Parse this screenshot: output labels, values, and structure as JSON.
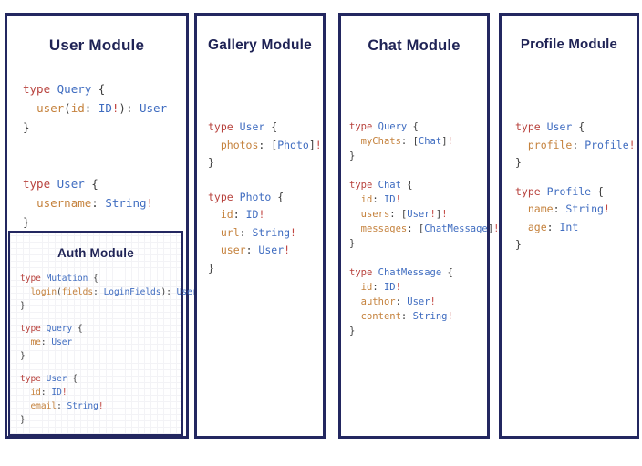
{
  "colors": {
    "panel_border": "#232760",
    "title_navy": "#1f2355",
    "keyword_red": "#b8423d",
    "typename_blue": "#3f6cc0",
    "fieldname_orange": "#c5823d",
    "punctuation_gray": "#3d3d3d",
    "bang_red": "#c14540",
    "background": "#ffffff"
  },
  "panels": {
    "user": {
      "title": "User Module",
      "code": [
        [
          [
            [
              "type",
              "kw"
            ],
            [
              " ",
              "p"
            ],
            [
              "Query",
              "ty"
            ],
            [
              " {",
              "p"
            ]
          ],
          [
            [
              "  ",
              "p"
            ],
            [
              "user",
              "fld"
            ],
            [
              "(",
              "p"
            ],
            [
              "id",
              "fld"
            ],
            [
              ": ",
              "p"
            ],
            [
              "ID",
              "ty"
            ],
            [
              "!",
              "bang"
            ],
            [
              "): ",
              "p"
            ],
            [
              "User",
              "ty"
            ]
          ],
          [
            [
              "}",
              "p"
            ]
          ]
        ],
        [
          [
            [
              "type",
              "kw"
            ],
            [
              " ",
              "p"
            ],
            [
              "User",
              "ty"
            ],
            [
              " {",
              "p"
            ]
          ],
          [
            [
              "  ",
              "p"
            ],
            [
              "username",
              "fld"
            ],
            [
              ": ",
              "p"
            ],
            [
              "String",
              "ty"
            ],
            [
              "!",
              "bang"
            ]
          ],
          [
            [
              "}",
              "p"
            ]
          ]
        ]
      ]
    },
    "auth": {
      "title": "Auth Module",
      "code": [
        [
          [
            [
              "type",
              "kw"
            ],
            [
              " ",
              "p"
            ],
            [
              "Mutation",
              "ty"
            ],
            [
              " {",
              "p"
            ]
          ],
          [
            [
              "  ",
              "p"
            ],
            [
              "login",
              "fld"
            ],
            [
              "(",
              "p"
            ],
            [
              "fields",
              "fld"
            ],
            [
              ": ",
              "p"
            ],
            [
              "LoginFields",
              "ty"
            ],
            [
              "): ",
              "p"
            ],
            [
              "User",
              "ty"
            ]
          ],
          [
            [
              "}",
              "p"
            ]
          ]
        ],
        [
          [
            [
              "type",
              "kw"
            ],
            [
              " ",
              "p"
            ],
            [
              "Query",
              "ty"
            ],
            [
              " {",
              "p"
            ]
          ],
          [
            [
              "  ",
              "p"
            ],
            [
              "me",
              "fld"
            ],
            [
              ": ",
              "p"
            ],
            [
              "User",
              "ty"
            ]
          ],
          [
            [
              "}",
              "p"
            ]
          ]
        ],
        [
          [
            [
              "type",
              "kw"
            ],
            [
              " ",
              "p"
            ],
            [
              "User",
              "ty"
            ],
            [
              " {",
              "p"
            ]
          ],
          [
            [
              "  ",
              "p"
            ],
            [
              "id",
              "fld"
            ],
            [
              ": ",
              "p"
            ],
            [
              "ID",
              "ty"
            ],
            [
              "!",
              "bang"
            ]
          ],
          [
            [
              "  ",
              "p"
            ],
            [
              "email",
              "fld"
            ],
            [
              ": ",
              "p"
            ],
            [
              "String",
              "ty"
            ],
            [
              "!",
              "bang"
            ]
          ],
          [
            [
              "}",
              "p"
            ]
          ]
        ]
      ]
    },
    "gallery": {
      "title": "Gallery Module",
      "code": [
        [
          [
            [
              "type",
              "kw"
            ],
            [
              " ",
              "p"
            ],
            [
              "User",
              "ty"
            ],
            [
              " {",
              "p"
            ]
          ],
          [
            [
              "  ",
              "p"
            ],
            [
              "photos",
              "fld"
            ],
            [
              ": ",
              "p"
            ],
            [
              "[",
              "p"
            ],
            [
              "Photo",
              "ty"
            ],
            [
              "]",
              "p"
            ],
            [
              "!",
              "bang"
            ]
          ],
          [
            [
              "}",
              "p"
            ]
          ]
        ],
        [
          [
            [
              "type",
              "kw"
            ],
            [
              " ",
              "p"
            ],
            [
              "Photo",
              "ty"
            ],
            [
              " {",
              "p"
            ]
          ],
          [
            [
              "  ",
              "p"
            ],
            [
              "id",
              "fld"
            ],
            [
              ": ",
              "p"
            ],
            [
              "ID",
              "ty"
            ],
            [
              "!",
              "bang"
            ]
          ],
          [
            [
              "  ",
              "p"
            ],
            [
              "url",
              "fld"
            ],
            [
              ": ",
              "p"
            ],
            [
              "String",
              "ty"
            ],
            [
              "!",
              "bang"
            ]
          ],
          [
            [
              "  ",
              "p"
            ],
            [
              "user",
              "fld"
            ],
            [
              ": ",
              "p"
            ],
            [
              "User",
              "ty"
            ],
            [
              "!",
              "bang"
            ]
          ],
          [
            [
              "}",
              "p"
            ]
          ]
        ]
      ]
    },
    "chat": {
      "title": "Chat Module",
      "code": [
        [
          [
            [
              "type",
              "kw"
            ],
            [
              " ",
              "p"
            ],
            [
              "Query",
              "ty"
            ],
            [
              " {",
              "p"
            ]
          ],
          [
            [
              "  ",
              "p"
            ],
            [
              "myChats",
              "fld"
            ],
            [
              ": ",
              "p"
            ],
            [
              "[",
              "p"
            ],
            [
              "Chat",
              "ty"
            ],
            [
              "]",
              "p"
            ],
            [
              "!",
              "bang"
            ]
          ],
          [
            [
              "}",
              "p"
            ]
          ]
        ],
        [
          [
            [
              "type",
              "kw"
            ],
            [
              " ",
              "p"
            ],
            [
              "Chat",
              "ty"
            ],
            [
              " {",
              "p"
            ]
          ],
          [
            [
              "  ",
              "p"
            ],
            [
              "id",
              "fld"
            ],
            [
              ": ",
              "p"
            ],
            [
              "ID",
              "ty"
            ],
            [
              "!",
              "bang"
            ]
          ],
          [
            [
              "  ",
              "p"
            ],
            [
              "users",
              "fld"
            ],
            [
              ": ",
              "p"
            ],
            [
              "[",
              "p"
            ],
            [
              "User",
              "ty"
            ],
            [
              "!",
              "bang"
            ],
            [
              "]",
              "p"
            ],
            [
              "!",
              "bang"
            ]
          ],
          [
            [
              "  ",
              "p"
            ],
            [
              "messages",
              "fld"
            ],
            [
              ": ",
              "p"
            ],
            [
              "[",
              "p"
            ],
            [
              "ChatMessage",
              "ty"
            ],
            [
              "]",
              "p"
            ],
            [
              "!",
              "bang"
            ]
          ],
          [
            [
              "}",
              "p"
            ]
          ]
        ],
        [
          [
            [
              "type",
              "kw"
            ],
            [
              " ",
              "p"
            ],
            [
              "ChatMessage",
              "ty"
            ],
            [
              " {",
              "p"
            ]
          ],
          [
            [
              "  ",
              "p"
            ],
            [
              "id",
              "fld"
            ],
            [
              ": ",
              "p"
            ],
            [
              "ID",
              "ty"
            ],
            [
              "!",
              "bang"
            ]
          ],
          [
            [
              "  ",
              "p"
            ],
            [
              "author",
              "fld"
            ],
            [
              ": ",
              "p"
            ],
            [
              "User",
              "ty"
            ],
            [
              "!",
              "bang"
            ]
          ],
          [
            [
              "  ",
              "p"
            ],
            [
              "content",
              "fld"
            ],
            [
              ": ",
              "p"
            ],
            [
              "String",
              "ty"
            ],
            [
              "!",
              "bang"
            ]
          ],
          [
            [
              "}",
              "p"
            ]
          ]
        ]
      ]
    },
    "profile": {
      "title": "Profile Module",
      "code": [
        [
          [
            [
              "type",
              "kw"
            ],
            [
              " ",
              "p"
            ],
            [
              "User",
              "ty"
            ],
            [
              " {",
              "p"
            ]
          ],
          [
            [
              "  ",
              "p"
            ],
            [
              "profile",
              "fld"
            ],
            [
              ": ",
              "p"
            ],
            [
              "Profile",
              "ty"
            ],
            [
              "!",
              "bang"
            ]
          ],
          [
            [
              "}",
              "p"
            ]
          ]
        ],
        [
          [
            [
              "type",
              "kw"
            ],
            [
              " ",
              "p"
            ],
            [
              "Profile",
              "ty"
            ],
            [
              " {",
              "p"
            ]
          ],
          [
            [
              "  ",
              "p"
            ],
            [
              "name",
              "fld"
            ],
            [
              ": ",
              "p"
            ],
            [
              "String",
              "ty"
            ],
            [
              "!",
              "bang"
            ]
          ],
          [
            [
              "  ",
              "p"
            ],
            [
              "age",
              "fld"
            ],
            [
              ": ",
              "p"
            ],
            [
              "Int",
              "ty"
            ]
          ],
          [
            [
              "}",
              "p"
            ]
          ]
        ]
      ]
    }
  }
}
